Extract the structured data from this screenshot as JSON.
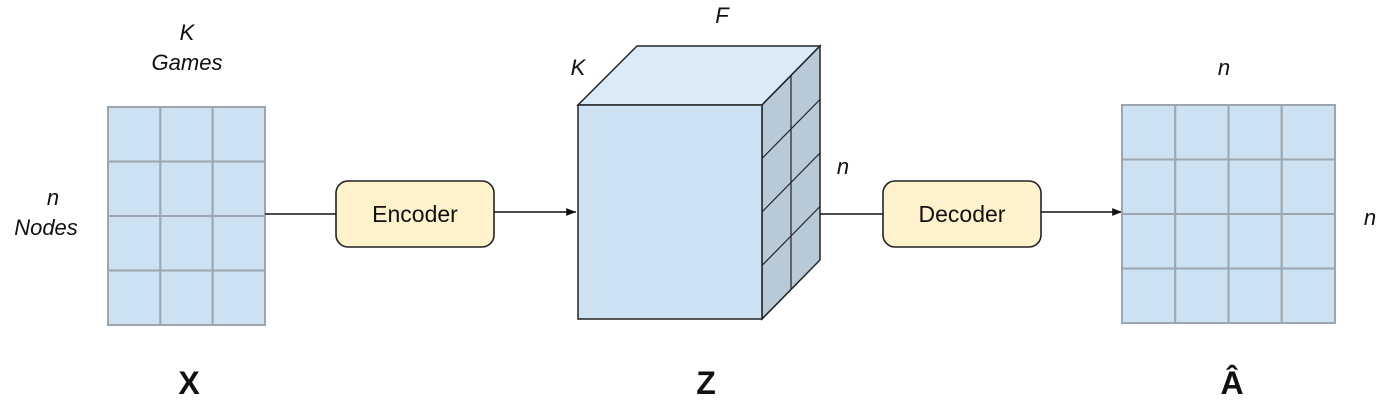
{
  "matrix_x": {
    "top_label_1": "K",
    "top_label_2": "Games",
    "side_label_1": "n",
    "side_label_2": "Nodes",
    "bottom_label": "X",
    "rows": 4,
    "cols": 3
  },
  "encoder": {
    "label": "Encoder"
  },
  "tensor_z": {
    "label_depth": "K",
    "label_width": "F",
    "label_height": "n",
    "bottom_label": "Z",
    "grid_rows": 4,
    "grid_cols": 2
  },
  "decoder": {
    "label": "Decoder"
  },
  "matrix_a": {
    "top_label": "n",
    "side_label": "n",
    "bottom_label": "Â",
    "rows": 4,
    "cols": 4
  },
  "colors": {
    "cell_fill": "#cce1f1",
    "cell_border": "#9da6ae",
    "box_fill": "#fdf2cc",
    "cube_front": "#cce1f1",
    "cube_top": "#daeaf6",
    "cube_side": "#b8cad8"
  }
}
